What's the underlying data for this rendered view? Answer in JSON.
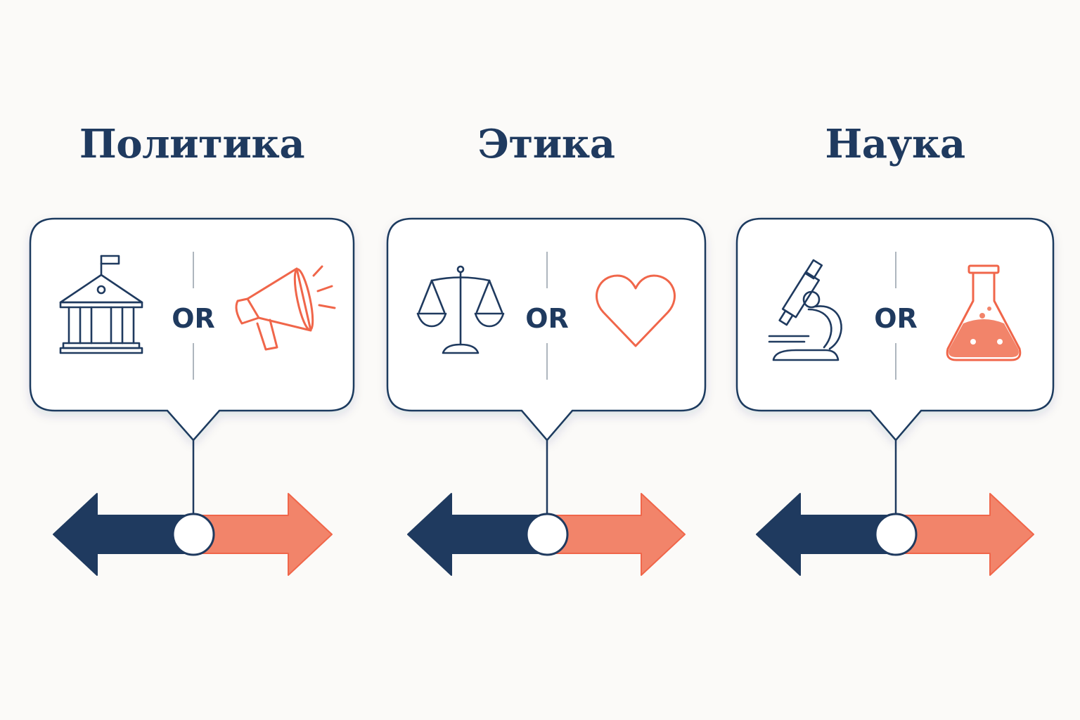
{
  "colors": {
    "navy": "#1f3a5f",
    "coral": "#f0664a",
    "coral_fill": "#f2846a",
    "divider": "#9aa3ae",
    "background": "#fbfaf8"
  },
  "panels": [
    {
      "title": "Политика",
      "or_label": "OR",
      "left_icon": "government-building-icon",
      "right_icon": "megaphone-icon"
    },
    {
      "title": "Этика",
      "or_label": "OR",
      "left_icon": "scales-of-justice-icon",
      "right_icon": "heart-icon"
    },
    {
      "title": "Наука",
      "or_label": "OR",
      "left_icon": "microscope-icon",
      "right_icon": "flask-icon"
    }
  ]
}
